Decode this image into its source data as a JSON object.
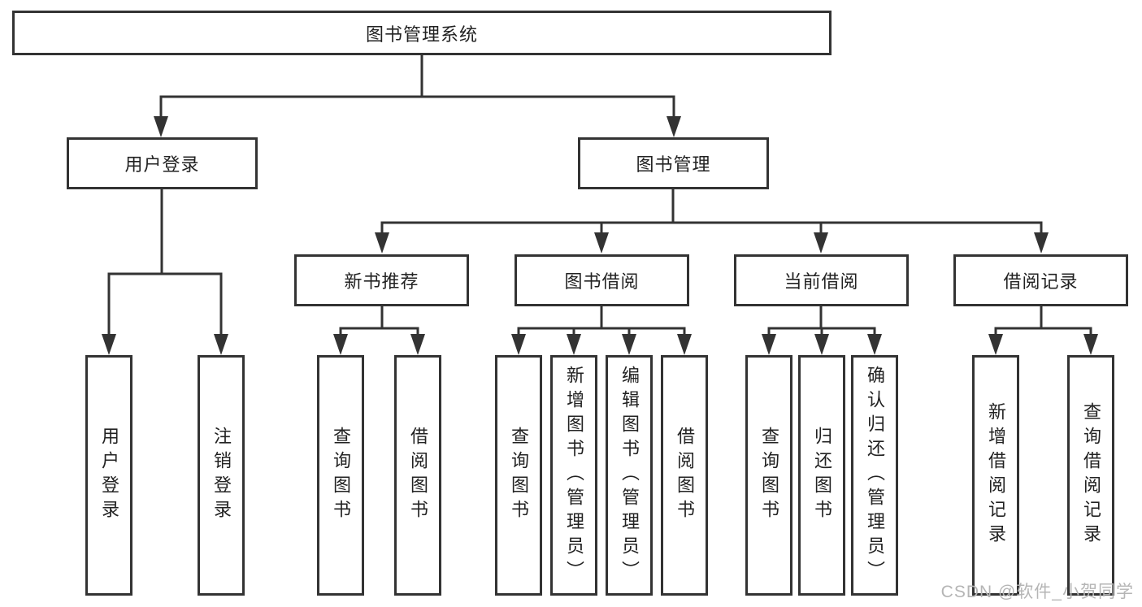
{
  "colors": {
    "line": "#333333",
    "text": "#222222",
    "box_bg": "#ffffff",
    "page_bg": "#ffffff",
    "watermark": "#b5b5b5"
  },
  "watermark": "CSDN @软件_小贺同学",
  "tree": {
    "root": {
      "label": "图书管理系统"
    },
    "level1": [
      {
        "label": "用户登录",
        "children": [
          {
            "label": "用户登录"
          },
          {
            "label": "注销登录"
          }
        ]
      },
      {
        "label": "图书管理",
        "children": [
          {
            "label": "新书推荐",
            "children": [
              {
                "label": "查询图书"
              },
              {
                "label": "借阅图书"
              }
            ]
          },
          {
            "label": "图书借阅",
            "children": [
              {
                "label": "查询图书"
              },
              {
                "label": "新增图书（管理员）"
              },
              {
                "label": "编辑图书（管理员）"
              },
              {
                "label": "借阅图书"
              }
            ]
          },
          {
            "label": "当前借阅",
            "children": [
              {
                "label": "查询图书"
              },
              {
                "label": "归还图书"
              },
              {
                "label": "确认归还（管理员）"
              }
            ]
          },
          {
            "label": "借阅记录",
            "children": [
              {
                "label": "新增借阅记录"
              },
              {
                "label": "查询借阅记录"
              }
            ]
          }
        ]
      }
    ]
  }
}
